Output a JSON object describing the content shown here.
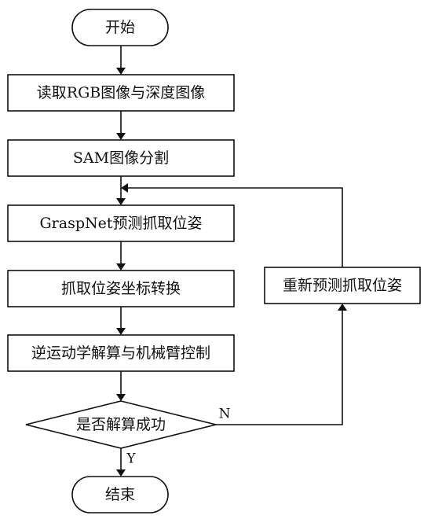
{
  "flowchart": {
    "start": "开始",
    "step_read_images": "读取RGB图像与深度图像",
    "step_sam_segmentation": "SAM图像分割",
    "step_graspnet_predict": "GraspNet预测抓取位姿",
    "step_pose_transform": "抓取位姿坐标转换",
    "step_ik_control": "逆运动学解算与机械臂控制",
    "decision_ik_success": "是否解算成功",
    "step_repredict": "重新预测抓取位姿",
    "end": "结束",
    "label_yes": "Y",
    "label_no": "N"
  }
}
